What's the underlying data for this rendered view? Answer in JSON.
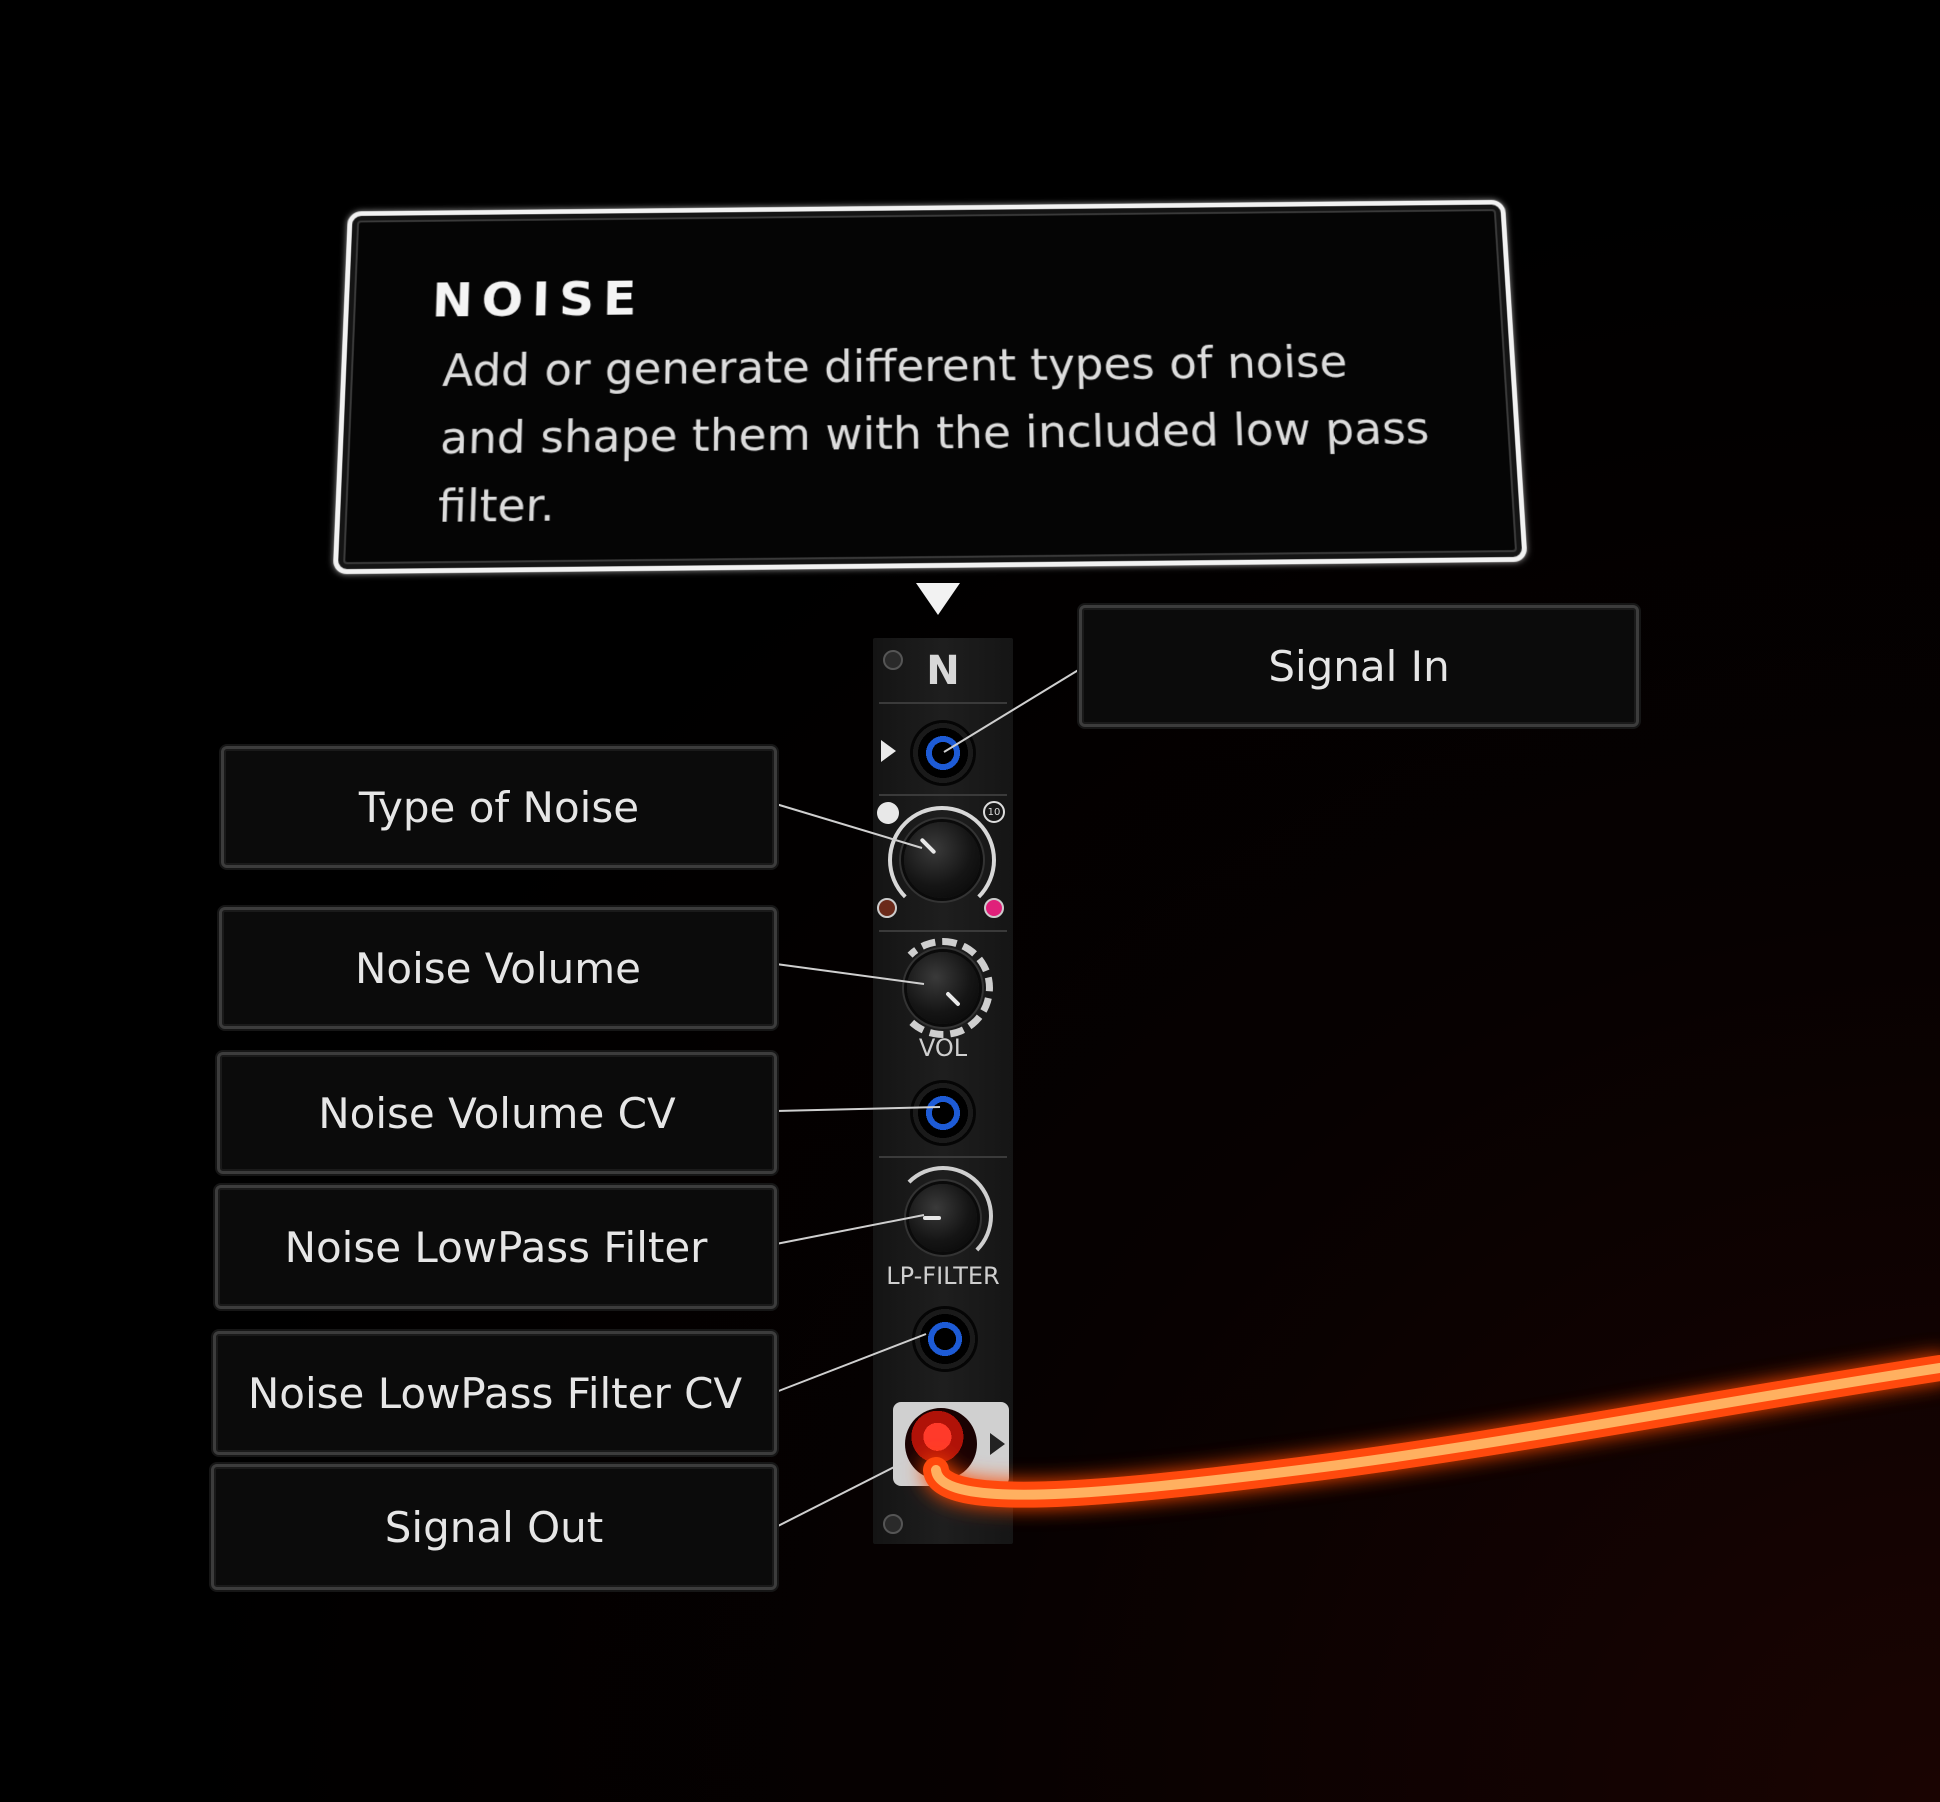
{
  "tooltip": {
    "title": "NOISE",
    "description": "Add or generate different types of noise and shape them with the included low pass filter."
  },
  "module": {
    "letter": "N",
    "vol_label": "VOL",
    "filter_label": "LP-FILTER",
    "noise_type_index_badge": "10"
  },
  "callouts": {
    "signal_in": "Signal In",
    "type_of_noise": "Type of Noise",
    "noise_volume": "Noise Volume",
    "noise_volume_cv": "Noise Volume CV",
    "noise_lowpass_filter": "Noise LowPass Filter",
    "noise_lowpass_filter_cv": "Noise LowPass Filter CV",
    "signal_out": "Signal Out"
  },
  "colors": {
    "jack_ring": "#1d5bd6",
    "cable": "#ff6a1a",
    "noise_type_pink": "#e0207a",
    "noise_type_brown": "#6b2a1a",
    "noise_type_white": "#e8e8e8"
  }
}
